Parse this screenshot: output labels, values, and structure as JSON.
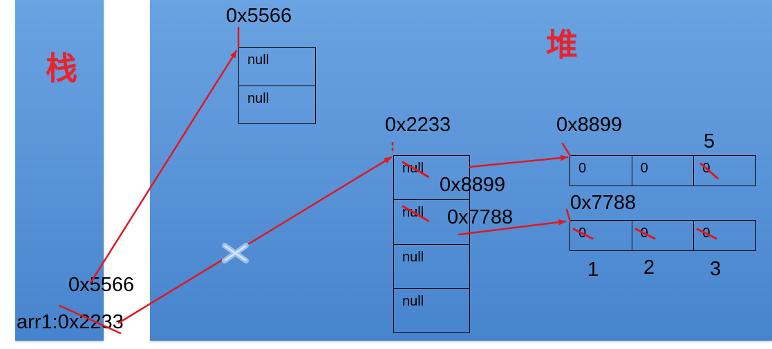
{
  "colors": {
    "panel_blue_top": "#6aa3e1",
    "panel_blue_bottom": "#4684cd",
    "title_red": "#e8232b",
    "arrow_red": "#e3161d",
    "ink": "#000000",
    "cross_mark": "#9cc1ee"
  },
  "stack": {
    "title": "栈",
    "variables": [
      {
        "text": "0x5566"
      },
      {
        "text": "arr1:0x2233",
        "struck": true
      }
    ]
  },
  "heap": {
    "title": "堆",
    "arrays": [
      {
        "address": "0x5566",
        "cells": [
          {
            "value": "null",
            "struck": false
          },
          {
            "value": "null",
            "struck": false
          }
        ]
      },
      {
        "address": "0x2233",
        "cells": [
          {
            "value": "null",
            "struck": true,
            "new_value": "0x8899"
          },
          {
            "value": "null",
            "struck": true,
            "new_value": "0x7788"
          },
          {
            "value": "null",
            "struck": false
          },
          {
            "value": "null",
            "struck": false
          }
        ]
      },
      {
        "address": "0x8899",
        "cells": [
          {
            "value": "0",
            "struck": false
          },
          {
            "value": "0",
            "struck": false
          },
          {
            "value": "0",
            "struck": true,
            "new_value": "5"
          }
        ]
      },
      {
        "address": "0x7788",
        "cells": [
          {
            "value": "0",
            "struck": true,
            "new_value": "1"
          },
          {
            "value": "0",
            "struck": true,
            "new_value": "2"
          },
          {
            "value": "0",
            "struck": true,
            "new_value": "3"
          }
        ]
      }
    ]
  },
  "icons": {
    "discarded_reference": "cross-mark-icon"
  }
}
